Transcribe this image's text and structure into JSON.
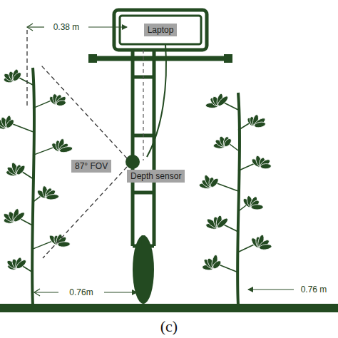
{
  "diagram": {
    "caption": "(c)",
    "nodes": [
      {
        "text": [
          "Laptop"
        ]
      },
      {
        "text": [
          "87° FOV"
        ]
      },
      {
        "text": [
          "Depth sensor"
        ]
      }
    ],
    "labels": [
      "0.38 m",
      "0.76m",
      "0.76 m"
    ]
  }
}
